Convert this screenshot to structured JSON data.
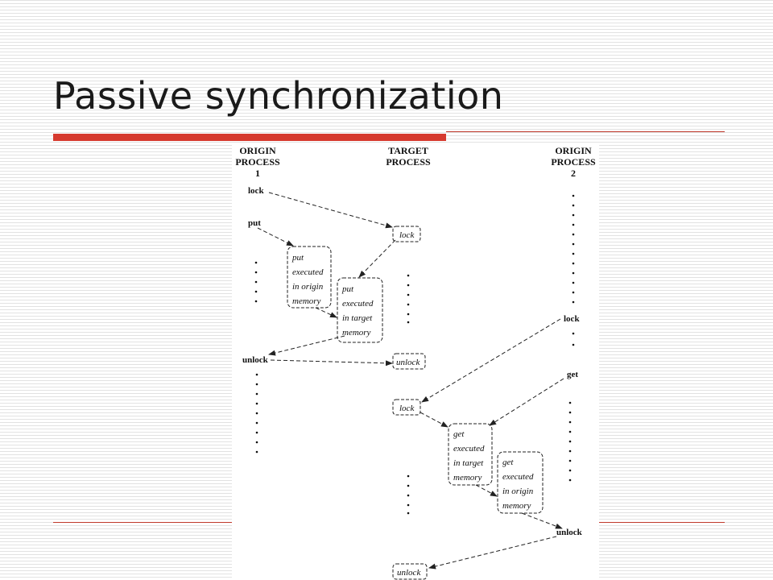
{
  "slide": {
    "title": "Passive synchronization"
  },
  "diagram": {
    "columns": [
      {
        "line1": "ORIGIN",
        "line2": "PROCESS",
        "line3": "1"
      },
      {
        "line1": "TARGET",
        "line2": "PROCESS",
        "line3": ""
      },
      {
        "line1": "ORIGIN",
        "line2": "PROCESS",
        "line3": "2"
      }
    ],
    "labels": {
      "p1_lock": "lock",
      "p1_put": "put",
      "p1_unlock": "unlock",
      "p2_lock": "lock",
      "p2_get": "get",
      "p2_unlock": "unlock"
    },
    "boxes": {
      "t_lock1": [
        "lock"
      ],
      "t_unlock1": [
        "unlock"
      ],
      "t_lock2": [
        "lock"
      ],
      "t_unlock2": [
        "unlock"
      ],
      "put_origin": [
        "put",
        "executed",
        "in origin",
        "memory"
      ],
      "put_target": [
        "put",
        "executed",
        "in target",
        "memory"
      ],
      "get_target": [
        "get",
        "executed",
        "in target",
        "memory"
      ],
      "get_origin": [
        "get",
        "executed",
        "in origin",
        "memory"
      ]
    }
  }
}
